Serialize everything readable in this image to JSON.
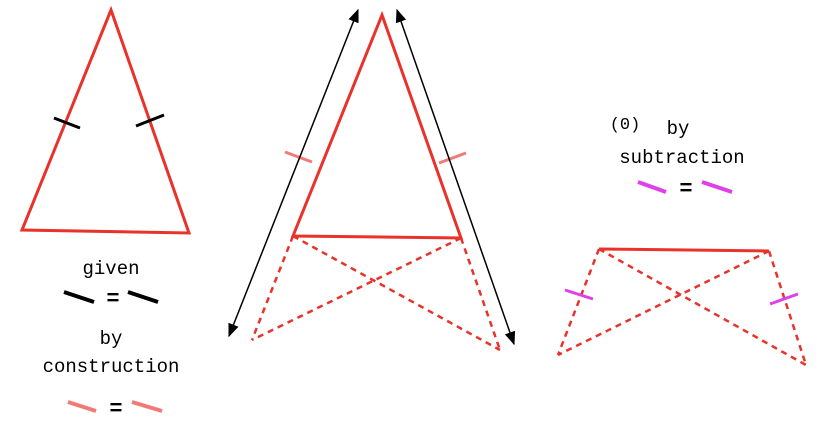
{
  "labels": {
    "given": "given",
    "by": "by",
    "construction": "construction",
    "step_zero": "(0)",
    "by_right": "by",
    "subtraction": "subtraction",
    "equals": "="
  },
  "colors": {
    "red": "#e8322a",
    "black": "#000000",
    "pink": "#f07a78",
    "magenta": "#e040e8"
  }
}
